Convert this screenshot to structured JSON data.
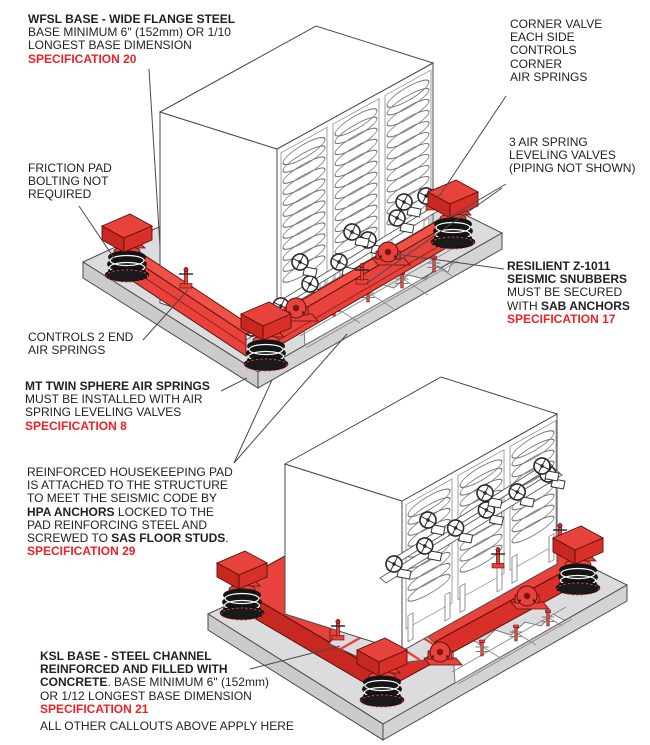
{
  "colors": {
    "steel_red": "#e8423c",
    "dark_red": "#c7281f",
    "spec_red": "#ec2227",
    "text_black": "#231f20",
    "pad_gray": "#dcdcde",
    "pad_side_gray": "#cbcbce",
    "line_gray": "#4a4a4a"
  },
  "callouts": {
    "wfsl_base": {
      "title": "WFSL BASE - WIDE FLANGE STEEL",
      "line2": "BASE MINIMUM 6\" (152mm) OR 1/10",
      "line3": "LONGEST BASE DIMENSION",
      "spec": "SPECIFICATION 20"
    },
    "corner_valve": {
      "line1": "CORNER VALVE",
      "line2": "EACH SIDE",
      "line3": "CONTROLS",
      "line4": "CORNER",
      "line5": "AIR SPRINGS"
    },
    "leveling_valves": {
      "line1": "3 AIR SPRING",
      "line2": "LEVELING VALVES",
      "line3": "(PIPING NOT SHOWN)"
    },
    "friction_pad": {
      "line1": "FRICTION PAD",
      "line2": "BOLTING NOT",
      "line3": "REQUIRED"
    },
    "controls_end": {
      "line1": "CONTROLS 2 END",
      "line2": "AIR SPRINGS"
    },
    "snubbers": {
      "title1": "RESILIENT Z-1011",
      "title2": "SEISMIC SNUBBERS",
      "line3": "MUST BE SECURED",
      "line4_pre": "WITH ",
      "line4_bold": "SAB ANCHORS",
      "spec": "SPECIFICATION 17"
    },
    "mt_springs": {
      "title": "MT TWIN SPHERE AIR SPRINGS",
      "line2": "MUST BE INSTALLED WITH AIR",
      "line3": "SPRING LEVELING VALVES",
      "spec": "SPECIFICATION 8"
    },
    "housekeeping": {
      "line1": "REINFORCED HOUSEKEEPING PAD",
      "line2": "IS ATTACHED TO THE STRUCTURE",
      "line3": "TO MEET THE SEISMIC CODE BY",
      "line4_bold": "HPA ANCHORS",
      "line4_rest": " LOCKED TO THE",
      "line5": "PAD REINFORCING STEEL AND",
      "line6_pre": "SCREWED TO ",
      "line6_bold": "SAS FLOOR STUDS",
      "line6_post": ".",
      "spec": "SPECIFICATION 29"
    },
    "ksl_base": {
      "title1": "KSL BASE - STEEL CHANNEL",
      "title2": "REINFORCED AND FILLED WITH",
      "line3_bold": "CONCRETE",
      "line3_rest": ". BASE MINIMUM 6\" (152mm)",
      "line4": "OR 1/12 LONGEST BASE DIMENSION",
      "spec": "SPECIFICATION 21",
      "footer": "ALL OTHER CALLOUTS ABOVE APPLY HERE"
    }
  }
}
